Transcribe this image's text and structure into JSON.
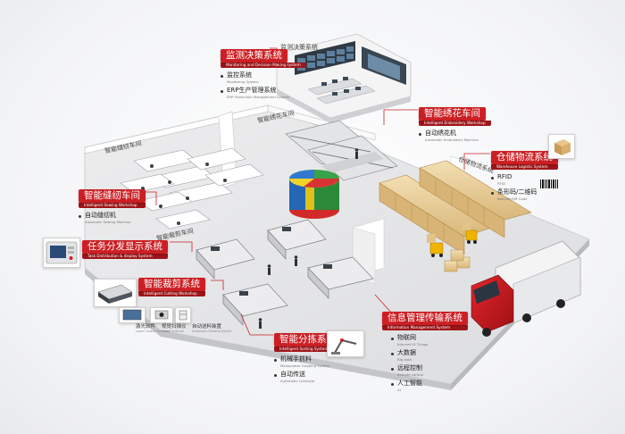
{
  "workshop_labels": {
    "monitoring_room": "监测决策系统",
    "embroidery": "智能绣花车间",
    "sewing": "智能缝纫车间",
    "logistics": "仓储物流系统",
    "cutting": "智能裁剪车间"
  },
  "callouts": {
    "monitoring": {
      "title": "监测决策系统",
      "subtitle": "Monitoring and Decision Making system",
      "items": [
        {
          "zh": "监控系统",
          "en": "Monitoring System"
        },
        {
          "zh": "ERP生产管理系统",
          "en": "ERP Production Management System"
        }
      ]
    },
    "embroidery": {
      "title": "智能绣花车间",
      "subtitle": "Intelligent Embroidery Workshop",
      "items": [
        {
          "zh": "自动绣花机",
          "en": "Automatic Embroidery Machine"
        }
      ]
    },
    "logistics": {
      "title": "仓储物流系统",
      "subtitle": "Warehouse Logistic System",
      "items": [
        {
          "zh": "RFID",
          "en": "RFID"
        },
        {
          "zh": "条形码/二维码",
          "en": "Barcode/QR Code"
        }
      ]
    },
    "sewing": {
      "title": "智能缝纫车间",
      "subtitle": "Intelligent Sewing Workshop",
      "items": [
        {
          "zh": "自动缝纫机",
          "en": "Automatic Sewing Machine"
        }
      ]
    },
    "task": {
      "title": "任务分发显示系统",
      "subtitle": "Task Distribution & display System"
    },
    "cutting": {
      "title": "智能裁剪系统",
      "subtitle": "Intelligent Cutting Workshop",
      "captions": [
        {
          "zh": "激光软件",
          "en": "Laser Control Software"
        },
        {
          "zh": "视觉扫描仪",
          "en": "Vision Scanner"
        },
        {
          "zh": "自动送料装置",
          "en": "Automatic Feeding Device"
        }
      ]
    },
    "info": {
      "title": "信息管理传输系统",
      "subtitle": "Information Management System",
      "items": [
        {
          "zh": "物联网",
          "en": "Internet Of Things"
        },
        {
          "zh": "大数据",
          "en": "Big data"
        },
        {
          "zh": "远程控制",
          "en": "Remote control"
        },
        {
          "zh": "人工智能",
          "en": "AI"
        }
      ]
    },
    "sorting": {
      "title": "智能分拣系统",
      "subtitle": "Intelligent Sorting System",
      "items": [
        {
          "zh": "机械手抓料",
          "en": "Manipulator Gripping System"
        },
        {
          "zh": "自动传送",
          "en": "Automatic Conveyor"
        }
      ]
    }
  },
  "colors": {
    "accent_red": "#cc1f24",
    "accent_dark_red": "#9e1519",
    "floor": "#e7e8ea",
    "wall": "#f6f6f6"
  }
}
